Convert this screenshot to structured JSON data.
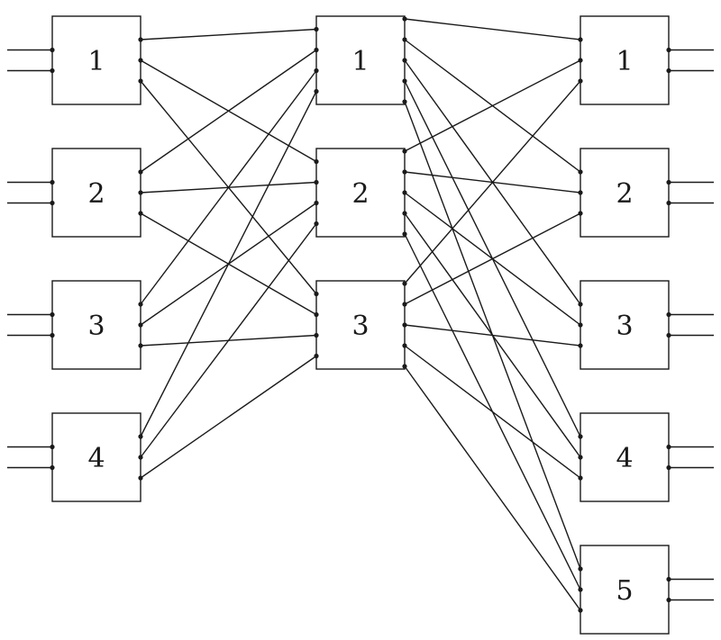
{
  "columns": [
    {
      "nodes": [
        {
          "label": "1"
        },
        {
          "label": "2"
        },
        {
          "label": "3"
        },
        {
          "label": "4"
        }
      ]
    },
    {
      "nodes": [
        {
          "label": "1"
        },
        {
          "label": "2"
        },
        {
          "label": "3"
        }
      ]
    },
    {
      "nodes": [
        {
          "label": "1"
        },
        {
          "label": "2"
        },
        {
          "label": "3"
        },
        {
          "label": "4"
        },
        {
          "label": "5"
        }
      ]
    }
  ],
  "links_left_to_middle": [
    [
      1,
      1
    ],
    [
      1,
      2
    ],
    [
      1,
      3
    ],
    [
      2,
      1
    ],
    [
      2,
      2
    ],
    [
      2,
      3
    ],
    [
      3,
      1
    ],
    [
      3,
      2
    ],
    [
      3,
      3
    ],
    [
      4,
      1
    ],
    [
      4,
      2
    ],
    [
      4,
      3
    ]
  ],
  "links_middle_to_right": [
    [
      1,
      1
    ],
    [
      1,
      2
    ],
    [
      1,
      3
    ],
    [
      1,
      4
    ],
    [
      1,
      5
    ],
    [
      2,
      1
    ],
    [
      2,
      2
    ],
    [
      2,
      3
    ],
    [
      2,
      4
    ],
    [
      2,
      5
    ],
    [
      3,
      1
    ],
    [
      3,
      2
    ],
    [
      3,
      3
    ],
    [
      3,
      4
    ],
    [
      3,
      5
    ]
  ]
}
